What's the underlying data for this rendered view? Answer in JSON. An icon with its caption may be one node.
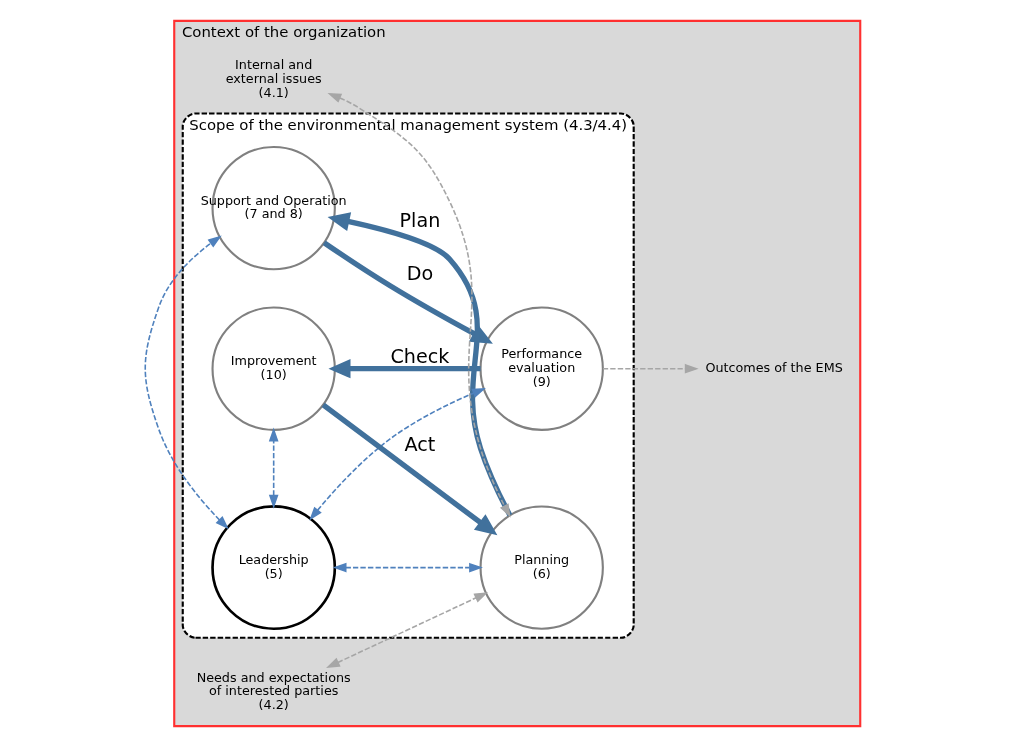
{
  "diagram": {
    "nodes": [
      {
        "text": [
          "Context of the organization"
        ]
      },
      {
        "text": [
          "Scope of the environmental management system (4.3/4.4)"
        ],
        "in": 0
      },
      {
        "text": [
          "Internal and external issues (4.1)"
        ],
        "in": 0
      },
      {
        "text": [
          "Needs and expectations of interested parties (4.2)"
        ],
        "in": 0
      },
      {
        "text": [
          "Outcomes of the EMS"
        ],
        "in": 0
      },
      {
        "text": [
          "Support and Operation",
          "(7 and 8)"
        ],
        "in": 1
      },
      {
        "text": [
          "Planning",
          "(6)"
        ],
        "in": 1
      },
      {
        "text": [
          "Leadership",
          "(5)"
        ],
        "in": 1
      },
      {
        "text": [
          "Performance evaluation",
          "(9)"
        ],
        "in": 1
      },
      {
        "text": [
          "Improvement",
          "(10)"
        ],
        "in": 1
      }
    ],
    "edges": [
      {
        "from": 6,
        "to": 5,
        "arrow": "to",
        "label": "Plan",
        "style": "thick",
        "color": "#41719c"
      },
      {
        "from": 5,
        "to": 8,
        "arrow": "to",
        "label": "Do",
        "style": "thick",
        "color": "#41719c"
      },
      {
        "from": 8,
        "to": 9,
        "arrow": "to",
        "label": "Check",
        "style": "thick",
        "color": "#41719c"
      },
      {
        "from": 9,
        "to": 6,
        "arrow": "to",
        "label": "Act",
        "style": "thick",
        "color": "#41719c"
      },
      {
        "from": 7,
        "to": 5,
        "arrow": "both",
        "style": "dashed"
      },
      {
        "from": 7,
        "to": 6,
        "arrow": "both",
        "style": "dashed"
      },
      {
        "from": 7,
        "to": 8,
        "arrow": "both",
        "style": "dashed"
      },
      {
        "from": 7,
        "to": 9,
        "arrow": "both",
        "style": "dashed"
      },
      {
        "from": 2,
        "to": 6,
        "arrow": "both",
        "style": "dashed",
        "color": "#a6a6a6"
      },
      {
        "from": 3,
        "to": 6,
        "arrow": "both",
        "style": "dashed",
        "color": "#a6a6a6"
      },
      {
        "from": 8,
        "to": 4,
        "arrow": "to",
        "style": "dashed",
        "color": "#a6a6a6"
      }
    ]
  }
}
